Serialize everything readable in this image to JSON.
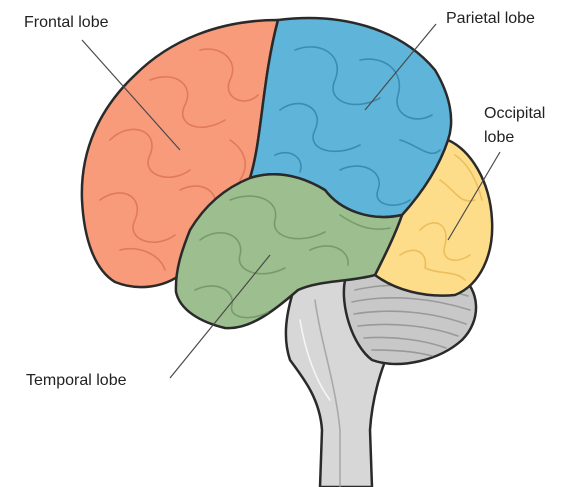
{
  "labels": {
    "frontal": "Frontal lobe",
    "parietal": "Parietal lobe",
    "occipital_line1": "Occipital",
    "occipital_line2": "lobe",
    "temporal": "Temporal lobe"
  },
  "colors": {
    "frontal": "#f79b7a",
    "parietal": "#5fb4d9",
    "occipital": "#fddc8a",
    "temporal": "#9dbe8f",
    "cerebellum": "#c8c8c8",
    "brainstem": "#d7d7d7"
  }
}
